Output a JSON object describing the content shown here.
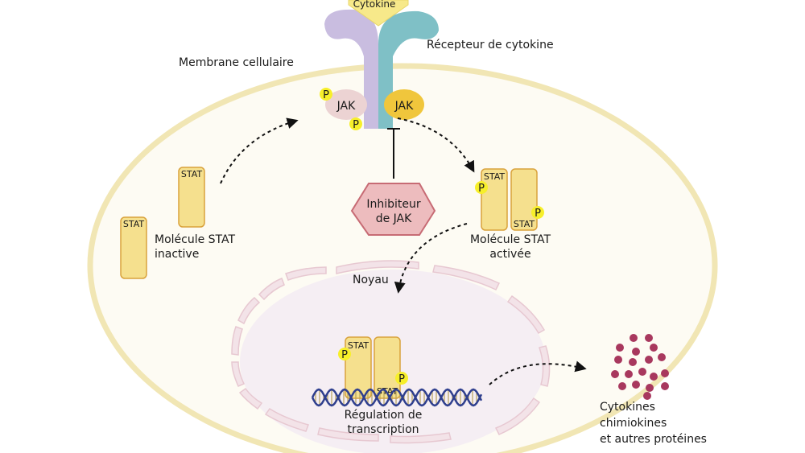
{
  "labels": {
    "cytokine": "Cytokine",
    "receptor": "Récepteur de cytokine",
    "membrane": "Membrane cellulaire",
    "jak_left": "JAK",
    "jak_right": "JAK",
    "inhibitor_line1": "Inhibiteur",
    "inhibitor_line2": "de JAK",
    "stat_inactive_line1": "Molécule STAT",
    "stat_inactive_line2": "inactive",
    "stat_active_line1": "Molécule STAT",
    "stat_active_line2": "activée",
    "nucleus": "Noyau",
    "regulation_line1": "Régulation de",
    "regulation_line2": "transcription",
    "output_line1": "Cytokines",
    "output_line2": "chimiokines",
    "output_line3": "et autres protéines",
    "stat": "STAT",
    "p": "P"
  },
  "colors": {
    "cell_fill": "#fdfbf3",
    "cell_border": "#f1e6b4",
    "receptor_left": "#c9bde0",
    "receptor_right": "#7fc0c6",
    "jak_left": "#ecd3d3",
    "jak_right": "#f0c63c",
    "inhibitor_fill": "#edbcbe",
    "inhibitor_stroke": "#c76b74",
    "stat_fill": "#f5e08e",
    "stat_border": "#d9a23c",
    "phosphate": "#f7ef2a",
    "nucleus_fill": "#f5eef3",
    "dna": "#2f3f8e",
    "protein_dots": "#a8385e"
  }
}
